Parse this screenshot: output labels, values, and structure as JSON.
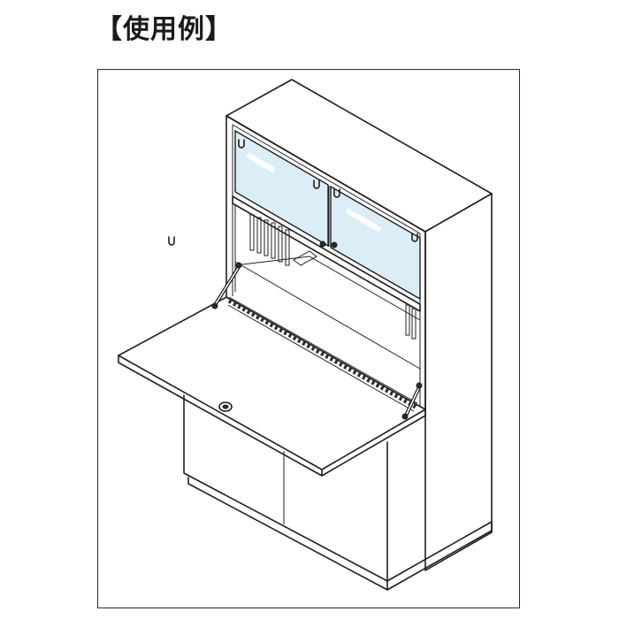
{
  "heading": {
    "text": "【使用例】"
  },
  "colors": {
    "line": "#1f1f1f",
    "glass": "#dbeef8",
    "panel": "#ffffff",
    "hardware": "#2b2b2b"
  },
  "illustration": {
    "subject": "cabinet-with-drop-down-writing-flap",
    "parts": [
      "glass-doors",
      "inner-shelf",
      "drop-down-flap",
      "flap-stays",
      "lower-doors",
      "plinth"
    ]
  }
}
